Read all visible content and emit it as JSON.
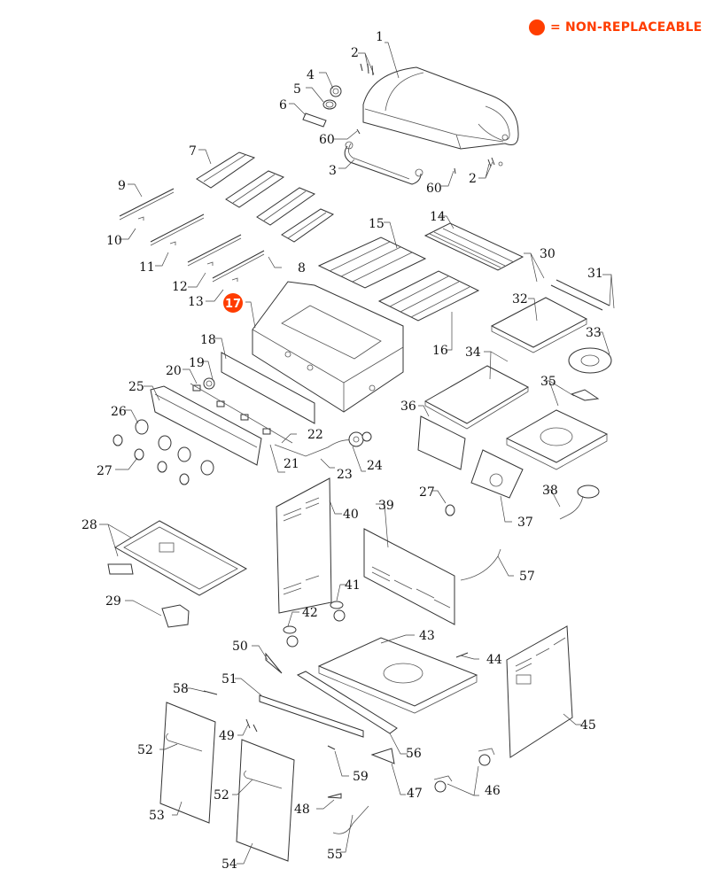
{
  "legend": {
    "marker": "filled-circle",
    "text": "= NON-REPLACEABLE",
    "color": "#ff3d00"
  },
  "diagram": {
    "title": "Gas grill exploded parts diagram",
    "non_replaceable_parts": [
      "17"
    ],
    "callouts": [
      {
        "id": "c1",
        "label": "1"
      },
      {
        "id": "c2a",
        "label": "2"
      },
      {
        "id": "c2b",
        "label": "2"
      },
      {
        "id": "c3",
        "label": "3"
      },
      {
        "id": "c4",
        "label": "4"
      },
      {
        "id": "c5",
        "label": "5"
      },
      {
        "id": "c6",
        "label": "6"
      },
      {
        "id": "c7",
        "label": "7"
      },
      {
        "id": "c8",
        "label": "8"
      },
      {
        "id": "c9",
        "label": "9"
      },
      {
        "id": "c10",
        "label": "10"
      },
      {
        "id": "c11",
        "label": "11"
      },
      {
        "id": "c12",
        "label": "12"
      },
      {
        "id": "c13",
        "label": "13"
      },
      {
        "id": "c14",
        "label": "14"
      },
      {
        "id": "c15",
        "label": "15"
      },
      {
        "id": "c16",
        "label": "16"
      },
      {
        "id": "c17",
        "label": "17"
      },
      {
        "id": "c18",
        "label": "18"
      },
      {
        "id": "c19",
        "label": "19"
      },
      {
        "id": "c20",
        "label": "20"
      },
      {
        "id": "c21",
        "label": "21"
      },
      {
        "id": "c22",
        "label": "22"
      },
      {
        "id": "c23",
        "label": "23"
      },
      {
        "id": "c24",
        "label": "24"
      },
      {
        "id": "c25",
        "label": "25"
      },
      {
        "id": "c26",
        "label": "26"
      },
      {
        "id": "c27a",
        "label": "27"
      },
      {
        "id": "c27b",
        "label": "27"
      },
      {
        "id": "c28",
        "label": "28"
      },
      {
        "id": "c29",
        "label": "29"
      },
      {
        "id": "c30",
        "label": "30"
      },
      {
        "id": "c31",
        "label": "31"
      },
      {
        "id": "c32",
        "label": "32"
      },
      {
        "id": "c33",
        "label": "33"
      },
      {
        "id": "c34",
        "label": "34"
      },
      {
        "id": "c35",
        "label": "35"
      },
      {
        "id": "c36",
        "label": "36"
      },
      {
        "id": "c37",
        "label": "37"
      },
      {
        "id": "c38",
        "label": "38"
      },
      {
        "id": "c39",
        "label": "39"
      },
      {
        "id": "c40",
        "label": "40"
      },
      {
        "id": "c41",
        "label": "41"
      },
      {
        "id": "c42",
        "label": "42"
      },
      {
        "id": "c43",
        "label": "43"
      },
      {
        "id": "c44",
        "label": "44"
      },
      {
        "id": "c45",
        "label": "45"
      },
      {
        "id": "c46",
        "label": "46"
      },
      {
        "id": "c47",
        "label": "47"
      },
      {
        "id": "c48",
        "label": "48"
      },
      {
        "id": "c49",
        "label": "49"
      },
      {
        "id": "c50",
        "label": "50"
      },
      {
        "id": "c51",
        "label": "51"
      },
      {
        "id": "c52a",
        "label": "52"
      },
      {
        "id": "c52b",
        "label": "52"
      },
      {
        "id": "c53",
        "label": "53"
      },
      {
        "id": "c54",
        "label": "54"
      },
      {
        "id": "c55",
        "label": "55"
      },
      {
        "id": "c56",
        "label": "56"
      },
      {
        "id": "c57",
        "label": "57"
      },
      {
        "id": "c58",
        "label": "58"
      },
      {
        "id": "c59",
        "label": "59"
      },
      {
        "id": "c60a",
        "label": "60"
      },
      {
        "id": "c60b",
        "label": "60"
      }
    ]
  }
}
